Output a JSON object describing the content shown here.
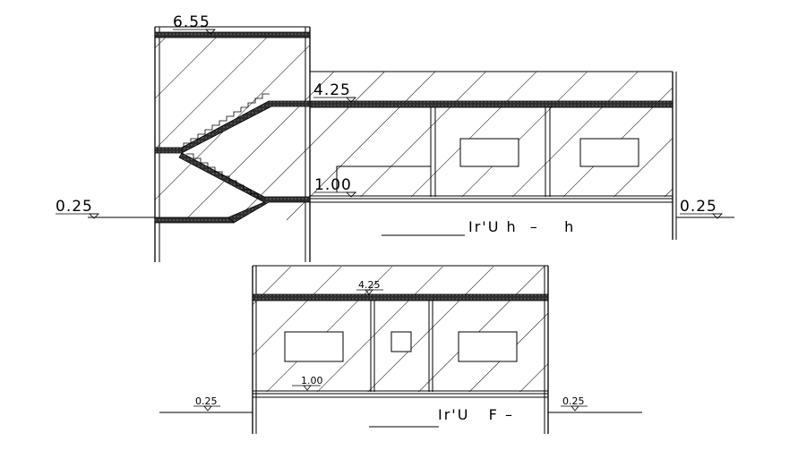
{
  "section_1": {
    "elevations": {
      "tower_top": "6.55",
      "roof": "4.25",
      "floor": "1.00",
      "ground_left": "0.25",
      "ground_right": "0.25"
    },
    "title": "Ir'U h  –    h"
  },
  "section_2": {
    "elevations": {
      "roof": "4.25",
      "floor": "1.00",
      "ground_left": "0.25",
      "ground_right": "0.25"
    },
    "title": "Ir'U   F –"
  },
  "colors": {
    "line": "#000000",
    "slab": "#3a3a3a",
    "background": "#ffffff"
  }
}
